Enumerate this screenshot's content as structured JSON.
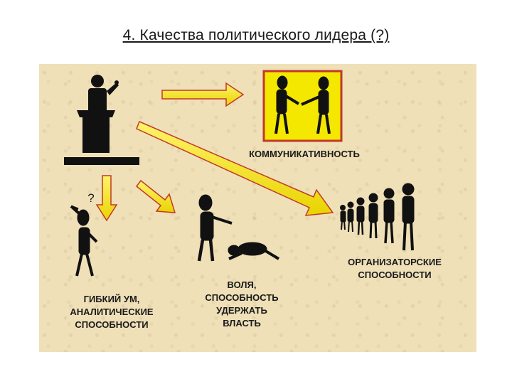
{
  "slide": {
    "title": "4. Качества политического лидера (?)"
  },
  "labels": {
    "communicativeness": "КОММУНИКАТИВНОСТЬ",
    "organizational": [
      "ОРГАНИЗАТОРСКИЕ",
      "СПОСОБНОСТИ"
    ],
    "will": [
      "ВОЛЯ,",
      "СПОСОБНОСТЬ",
      "УДЕРЖАТЬ",
      "ВЛАСТЬ"
    ],
    "flexible_mind": [
      "ГИБКИЙ УМ,",
      "АНАЛИТИЧЕСКИЕ",
      "СПОСОБНОСТИ"
    ],
    "question_mark": "?"
  },
  "colors": {
    "panel": "#efe0b8",
    "arrow_fill": "#f2e600",
    "arrow_stroke": "#c0392b",
    "handshake_bg": "#f5e800",
    "handshake_border": "#c0392b",
    "figure": "#111111"
  }
}
